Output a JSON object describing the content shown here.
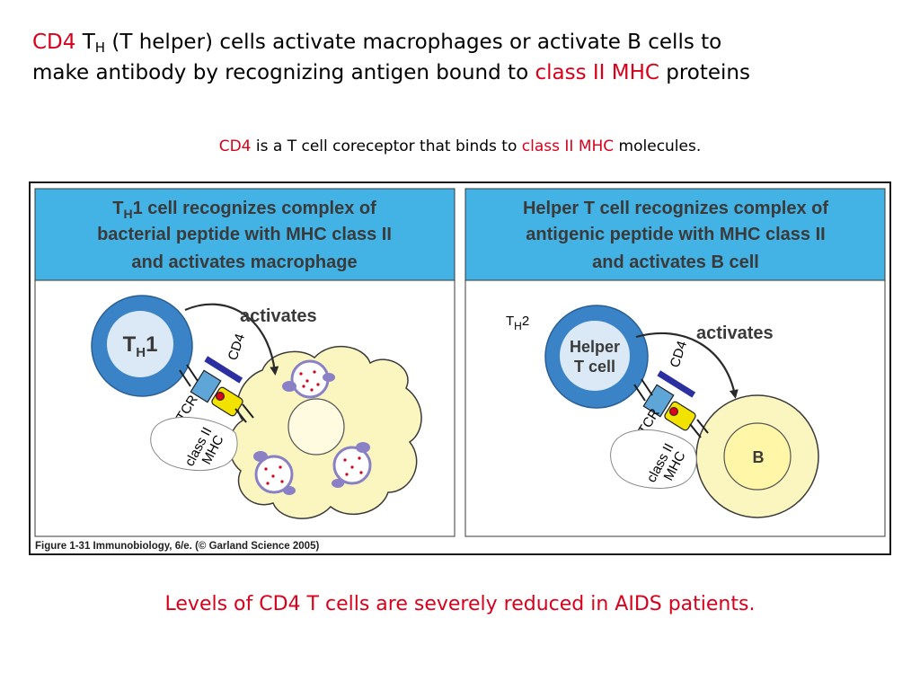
{
  "title": {
    "cd4": "CD4",
    "t": "T",
    "h_sub": "H",
    "line1_rest": " (T helper) cells activate macrophages or activate B cells to",
    "line2_start": "make antibody by recognizing antigen bound to ",
    "class2": "class II MHC",
    "line2_end": " proteins"
  },
  "subtitle": {
    "cd4": "CD4",
    "mid": " is a T cell coreceptor that binds to ",
    "class2": "class II MHC",
    "end": " molecules."
  },
  "figure": {
    "caption": "Figure 1-31  Immunobiology, 6/e. (© Garland Science 2005)",
    "left_panel": {
      "header_line1_prefix": "T",
      "header_line1_sub": "H",
      "header_line1_rest": "1 cell recognizes complex of",
      "header_line2": "bacterial peptide with MHC class II",
      "header_line3": "and activates macrophage",
      "cell_label_t": "T",
      "cell_label_sub": "H",
      "cell_label_num": "1",
      "activates": "activates",
      "cd4": "CD4",
      "tcr": "TCR",
      "class2_line1": "class II",
      "class2_line2": "MHC"
    },
    "right_panel": {
      "header_line1": "Helper T cell recognizes complex of",
      "header_line2": "antigenic peptide with MHC class II",
      "header_line3": "and activates B cell",
      "th2_t": "T",
      "th2_sub": "H",
      "th2_num": "2",
      "cell_label_line1": "Helper",
      "cell_label_line2": "T cell",
      "activates": "activates",
      "cd4": "CD4",
      "tcr": "TCR",
      "class2_line1": "class II",
      "class2_line2": "MHC",
      "b_cell": "B"
    },
    "colors": {
      "header_blue": "#43b3e6",
      "t_cell_blue": "#3a83c6",
      "t_cell_inner": "#dbe9f7",
      "macrophage_yellow": "#fbf6bf",
      "b_cell_yellow": "#fbf6bf",
      "mhc_yellow": "#f2e200",
      "cd4_navy": "#2b2fa0",
      "tcr_blue": "#5fa6d8",
      "peptide_red": "#d9001b",
      "vesicle_purple": "#8a80c6"
    }
  },
  "bottom_note": "Levels of CD4 T cells are severely reduced in AIDS patients."
}
